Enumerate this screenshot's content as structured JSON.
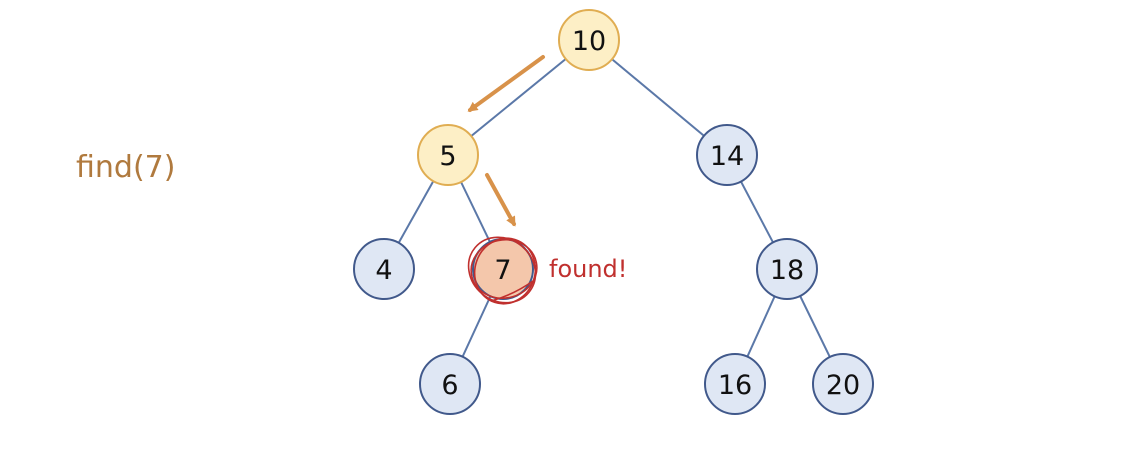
{
  "operation_label": "find(7)",
  "result_label": "found!",
  "colors": {
    "edge": "#5b78a8",
    "node_fill": "#dfe7f4",
    "node_stroke": "#41598b",
    "path_fill": "#fdefc6",
    "path_stroke": "#e0ad52",
    "found_fill": "#f4c7ab",
    "arrow": "#d8924a",
    "annotation": "#c0302e",
    "caption": "#b07a3e"
  },
  "tree": {
    "nodes": [
      {
        "id": "n10",
        "label": "10",
        "state": "path"
      },
      {
        "id": "n5",
        "label": "5",
        "state": "path"
      },
      {
        "id": "n14",
        "label": "14",
        "state": "default"
      },
      {
        "id": "n4",
        "label": "4",
        "state": "default"
      },
      {
        "id": "n7",
        "label": "7",
        "state": "found"
      },
      {
        "id": "n18",
        "label": "18",
        "state": "default"
      },
      {
        "id": "n6",
        "label": "6",
        "state": "default"
      },
      {
        "id": "n16",
        "label": "16",
        "state": "default"
      },
      {
        "id": "n20",
        "label": "20",
        "state": "default"
      }
    ],
    "edges": [
      {
        "from": "n10",
        "to": "n5"
      },
      {
        "from": "n10",
        "to": "n14"
      },
      {
        "from": "n5",
        "to": "n4"
      },
      {
        "from": "n5",
        "to": "n7"
      },
      {
        "from": "n14",
        "to": "n18"
      },
      {
        "from": "n7",
        "to": "n6"
      },
      {
        "from": "n18",
        "to": "n16"
      },
      {
        "from": "n18",
        "to": "n20"
      }
    ],
    "search_path": [
      {
        "from": "n10",
        "to": "n5"
      },
      {
        "from": "n5",
        "to": "n7"
      }
    ]
  }
}
